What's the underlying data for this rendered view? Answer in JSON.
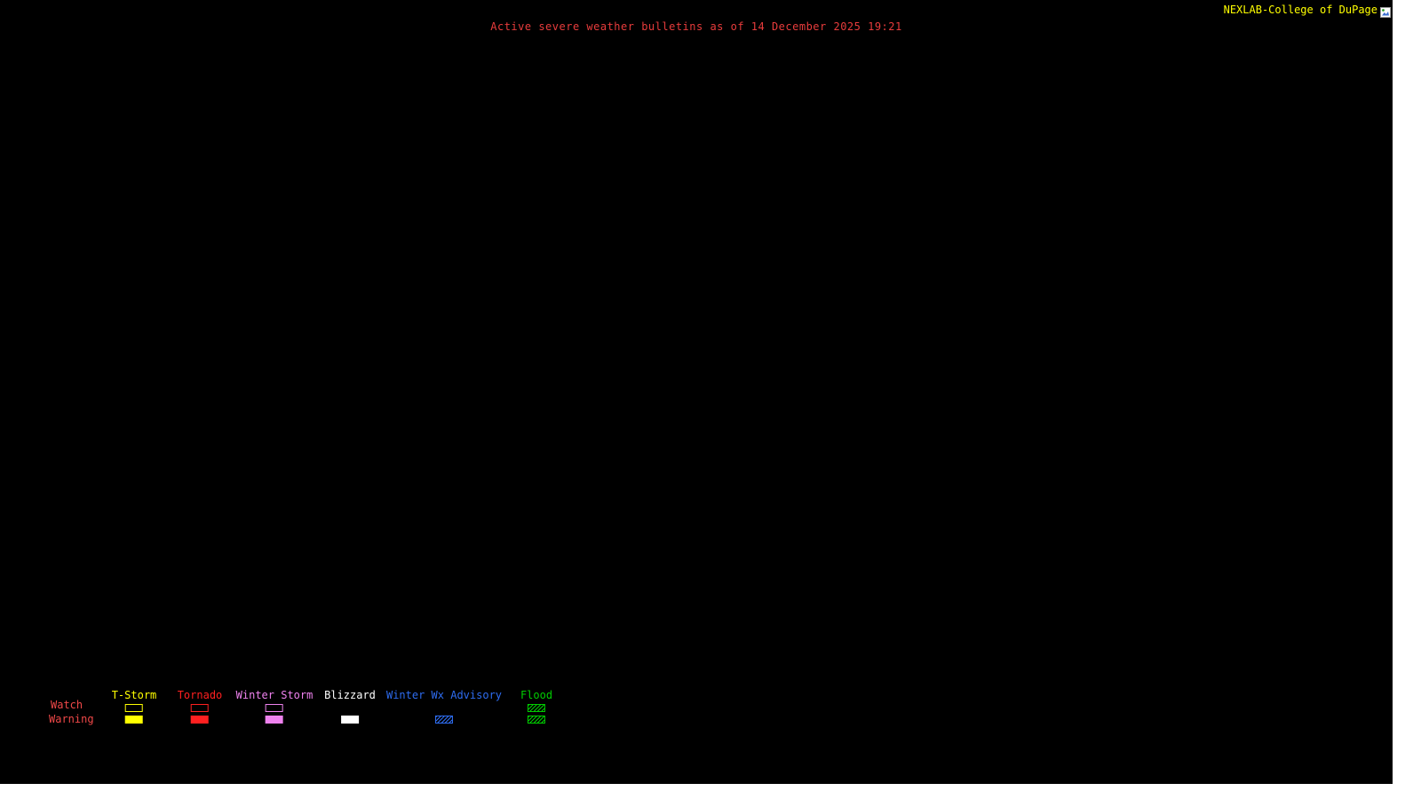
{
  "header": {
    "site_label": "NEXLAB-College of DuPage",
    "title": "Active severe weather bulletins as of 14 December 2025 19:21"
  },
  "colors": {
    "background": "#000000",
    "page_background": "#ffffff",
    "title_red": "#e83c3c",
    "legend_label": "#f04848",
    "site_yellow": "#ffff00"
  },
  "legend": {
    "row_labels": [
      {
        "label": "Watch"
      },
      {
        "label": "Warning"
      }
    ],
    "columns": [
      {
        "label": "T-Storm",
        "color": "#ffff00",
        "watch_style": "outline",
        "warning_style": "solid"
      },
      {
        "label": "Tornado",
        "color": "#ff2020",
        "watch_style": "outline",
        "warning_style": "solid"
      },
      {
        "label": "Winter Storm",
        "color": "#ee82ee",
        "watch_style": "outline",
        "warning_style": "solid"
      },
      {
        "label": "Blizzard",
        "color": "#ffffff",
        "watch_style": "none",
        "warning_style": "solid"
      },
      {
        "label": "Winter Wx Advisory",
        "color": "#2e6cf0",
        "watch_style": "none",
        "warning_style": "hatch"
      },
      {
        "label": "Flood",
        "color": "#00cc00",
        "watch_style": "hatch",
        "warning_style": "hatch"
      }
    ]
  }
}
